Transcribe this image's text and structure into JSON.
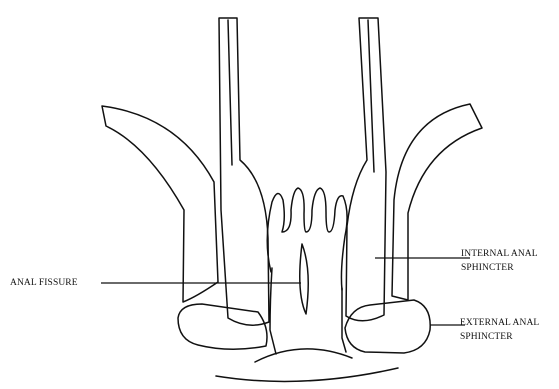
{
  "labels": {
    "anal_fissure": "ANAL FISSURE",
    "internal_anal_line1": "INTERNAL ANAL",
    "internal_anal_line2": "SPHINCTER",
    "external_anal_line1": "EXTERNAL ANAL",
    "external_anal_line2": "SPHINCTER"
  }
}
